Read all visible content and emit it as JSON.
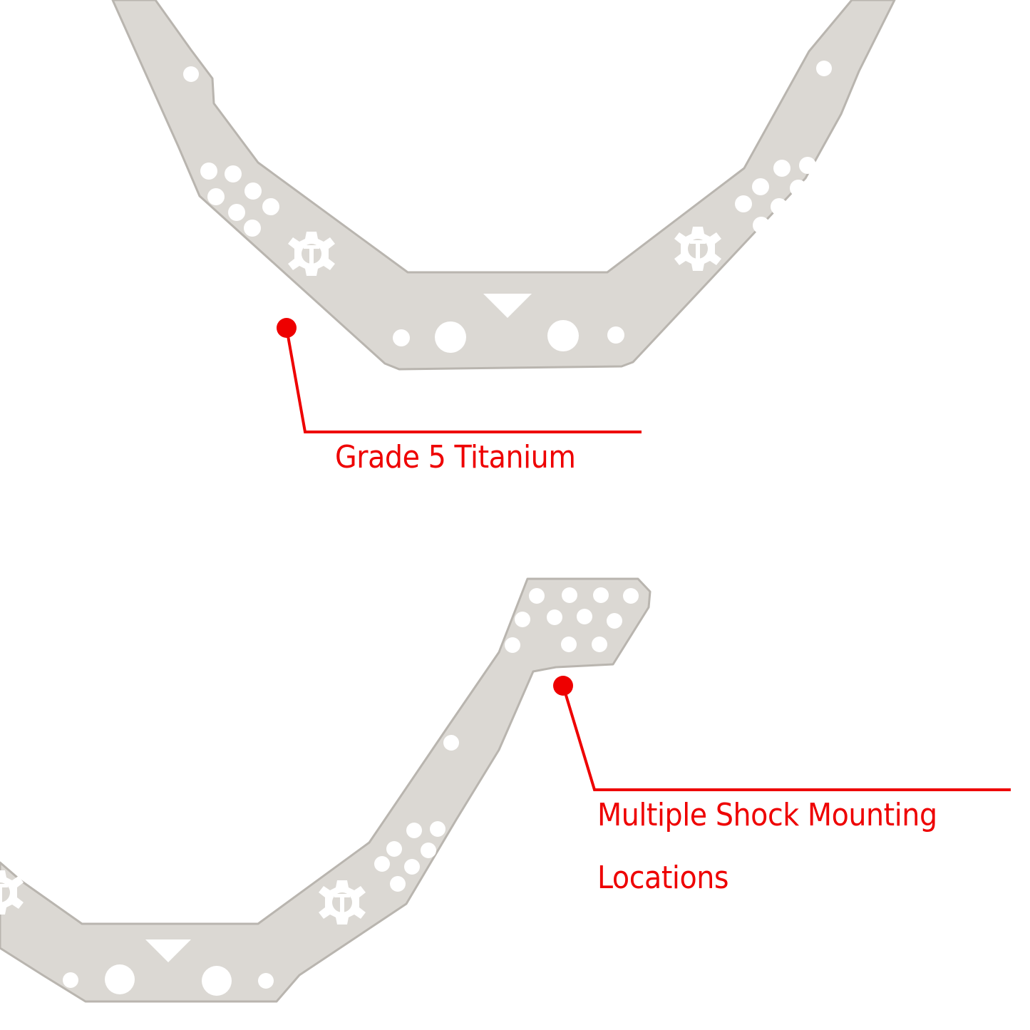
{
  "colors": {
    "plate_fill": "#dbd8d3",
    "plate_edge": "#b9b5af",
    "cutout": "#ffffff",
    "callout": "#ee0000"
  },
  "icons": [
    "gear-t-logo",
    "triangle-marker"
  ],
  "callouts": {
    "top": {
      "label": "Grade 5 Titanium"
    },
    "bottom": {
      "line1": "Multiple Shock Mounting",
      "line2": "Locations"
    }
  }
}
